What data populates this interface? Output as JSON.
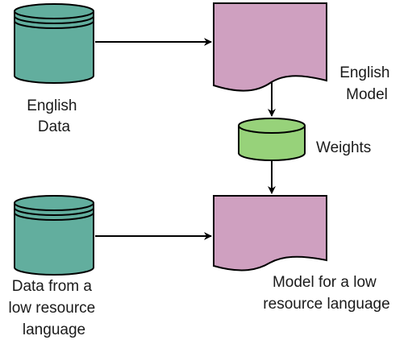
{
  "diagram": {
    "nodes": {
      "english_data": {
        "label_lines": [
          "English",
          "Data"
        ],
        "icon": "database-cylinder-icon",
        "color": "#62AE9E"
      },
      "english_model": {
        "label_lines": [
          "English",
          "Model"
        ],
        "icon": "document-shape",
        "color": "#CFA0C0"
      },
      "weights": {
        "label": "Weights",
        "icon": "database-cylinder-icon",
        "color": "#97D27A"
      },
      "low_resource_data": {
        "label_lines": [
          "Data from a",
          "low resource",
          "language"
        ],
        "icon": "database-cylinder-icon",
        "color": "#62AE9E"
      },
      "low_resource_model": {
        "label_lines": [
          "Model for a low",
          "resource language"
        ],
        "icon": "document-shape",
        "color": "#CFA0C0"
      }
    },
    "edges": [
      {
        "from": "english_data",
        "to": "english_model"
      },
      {
        "from": "english_model",
        "to": "weights"
      },
      {
        "from": "weights",
        "to": "low_resource_model"
      },
      {
        "from": "low_resource_data",
        "to": "low_resource_model"
      }
    ],
    "colors": {
      "stroke": "#000000",
      "text": "#1a1a1a"
    }
  }
}
